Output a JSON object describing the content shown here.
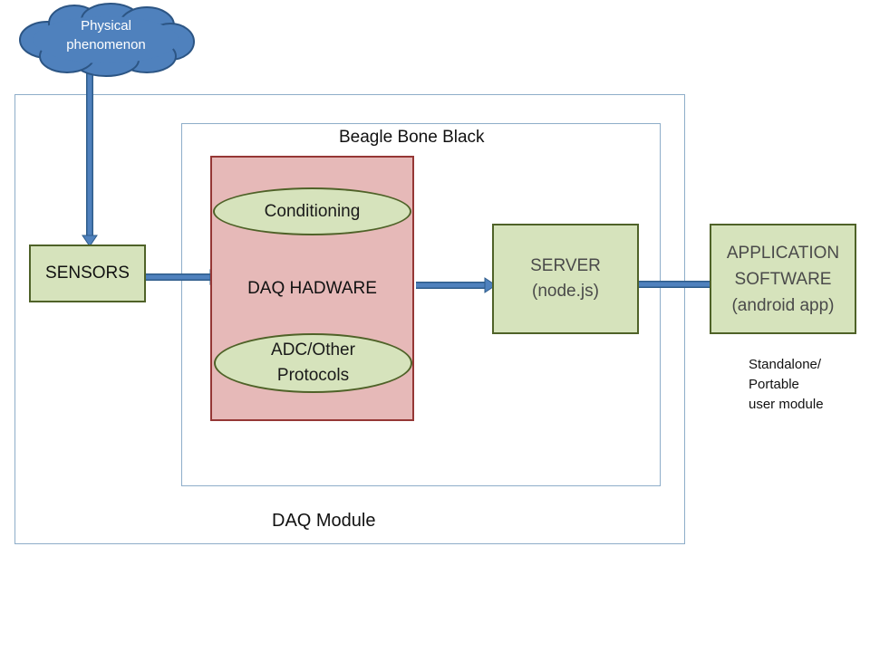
{
  "cloud": {
    "line1": "Physical",
    "line2": "phenomenon"
  },
  "frames": {
    "daq_module": "DAQ Module",
    "beagle_bone": "Beagle Bone Black"
  },
  "sensors": {
    "label": "SENSORS"
  },
  "daq_hardware": {
    "label": "DAQ HADWARE",
    "conditioning": "Conditioning",
    "adc_line1": "ADC/Other",
    "adc_line2": "Protocols"
  },
  "server": {
    "line1": "SERVER",
    "line2": "(node.js)"
  },
  "application": {
    "line1": "APPLICATION",
    "line2": "SOFTWARE",
    "line3": "(android app)"
  },
  "note": {
    "line1": "Standalone/",
    "line2": "Portable",
    "line3": "user module"
  },
  "colors": {
    "box_fill": "#d6e3bc",
    "box_border": "#4f6228",
    "daq_fill": "#e6b9b8",
    "daq_border": "#953735",
    "arrow": "#4f81bd",
    "cloud_fill": "#4f81bd"
  }
}
